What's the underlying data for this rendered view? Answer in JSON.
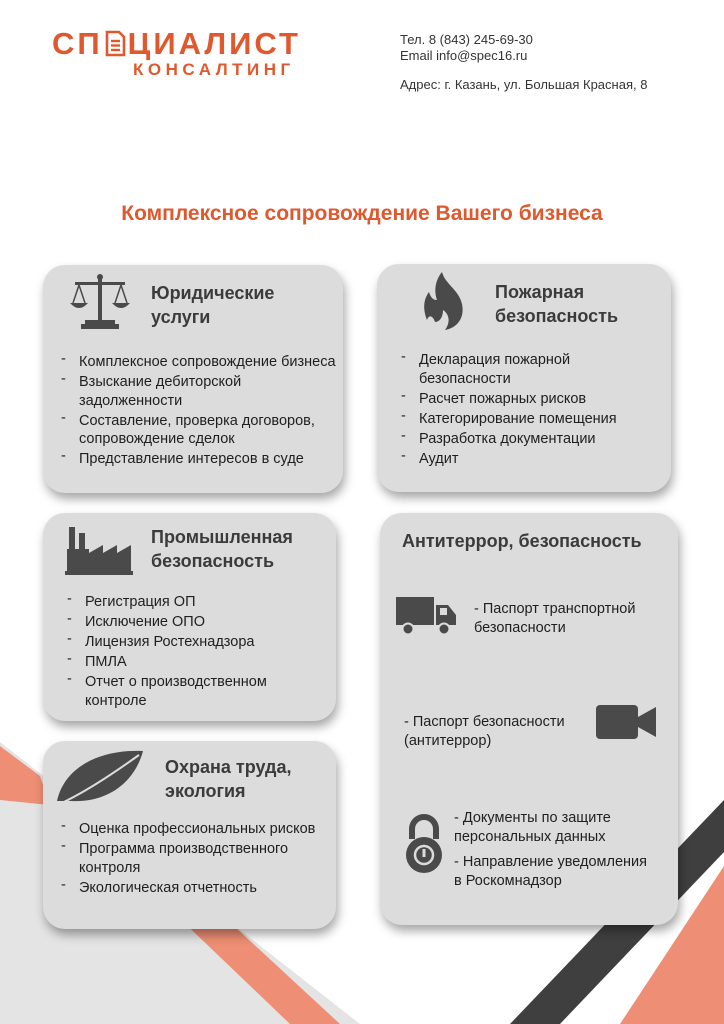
{
  "logo": {
    "part1": "СП",
    "part2": "ЦИАЛИСТ",
    "subtitle": "КОНСАЛТИНГ"
  },
  "contacts": {
    "phone": "Тел. 8 (843) 245-69-30",
    "email": "Email info@spec16.ru",
    "address": "Адрес: г. Казань, ул. Большая Красная, 8"
  },
  "title": "Комплексное сопровождение Вашего бизнеса",
  "colors": {
    "accent": "#e0582d",
    "card_bg": "#dcdcdc",
    "icon": "#4a4a4a"
  },
  "cards": {
    "legal": {
      "icon": "scales-icon",
      "title_line1": "Юридические",
      "title_line2": "услуги",
      "items": [
        "Комплексное сопровождение бизнеса",
        "Взыскание дебиторской задолженности",
        "Составление, проверка договоров, сопровождение сделок",
        "Представление интересов в суде"
      ]
    },
    "fire": {
      "icon": "flame-icon",
      "title_line1": "Пожарная",
      "title_line2": "безопасность",
      "items": [
        "Декларация пожарной безопасности",
        "Расчет пожарных рисков",
        "Категорирование помещения",
        "Разработка документации",
        "Аудит"
      ]
    },
    "industrial": {
      "icon": "factory-icon",
      "title_line1": "Промышленная",
      "title_line2": "безопасность",
      "items": [
        "Регистрация ОП",
        "Исключение ОПО",
        "Лицензия Ростехнадзора",
        "ПМЛА",
        "Отчет о производственном контроле"
      ]
    },
    "labor": {
      "icon": "leaf-icon",
      "title_line1": "Охрана труда,",
      "title_line2": "экология",
      "items": [
        "Оценка профессиональных рисков",
        "Программа производственного контроля",
        "Экологическая отчетность"
      ]
    },
    "antiterror": {
      "title": "Антитеррор, безопасность",
      "transport_line1": "- Паспорт транспортной",
      "transport_line2": "безопасности",
      "passport_line1": "- Паспорт безопасности",
      "passport_line2": "(антитеррор)",
      "docs_line1": "- Документы по защите",
      "docs_line2": "персональных данных",
      "notice_line1": "- Направление уведомления",
      "notice_line2": "в Роскомнадзор"
    }
  }
}
